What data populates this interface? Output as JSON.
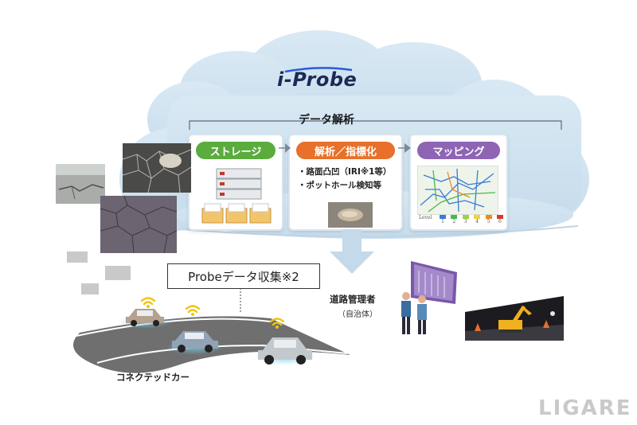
{
  "logo": {
    "text": "i-Probe"
  },
  "cloud": {
    "section_title": "データ解析",
    "steps": [
      {
        "label": "ストレージ",
        "color": "#5aac3d"
      },
      {
        "label": "解析／指標化",
        "color": "#e8702a",
        "bullets": [
          "・路面凸凹（IRI※1等）",
          "・ポットホール検知等"
        ]
      },
      {
        "label": "マッピング",
        "color": "#8e64b4"
      }
    ],
    "map_legend_title": "Level",
    "map_legend_ticks": [
      "1",
      "2",
      "3",
      "4",
      "5",
      "6"
    ],
    "map_legend_colors": [
      "#3a7bd5",
      "#4cb848",
      "#9bd24a",
      "#f2d23a",
      "#f08a24",
      "#d83a2a"
    ]
  },
  "probe_box": {
    "text": "Probeデータ収集※2"
  },
  "road_manager": {
    "label": "道路管理者",
    "sub": "（自治体）"
  },
  "connected_car": {
    "label": "コネクテッドカー"
  },
  "watermark": {
    "text": "LIGARE"
  }
}
